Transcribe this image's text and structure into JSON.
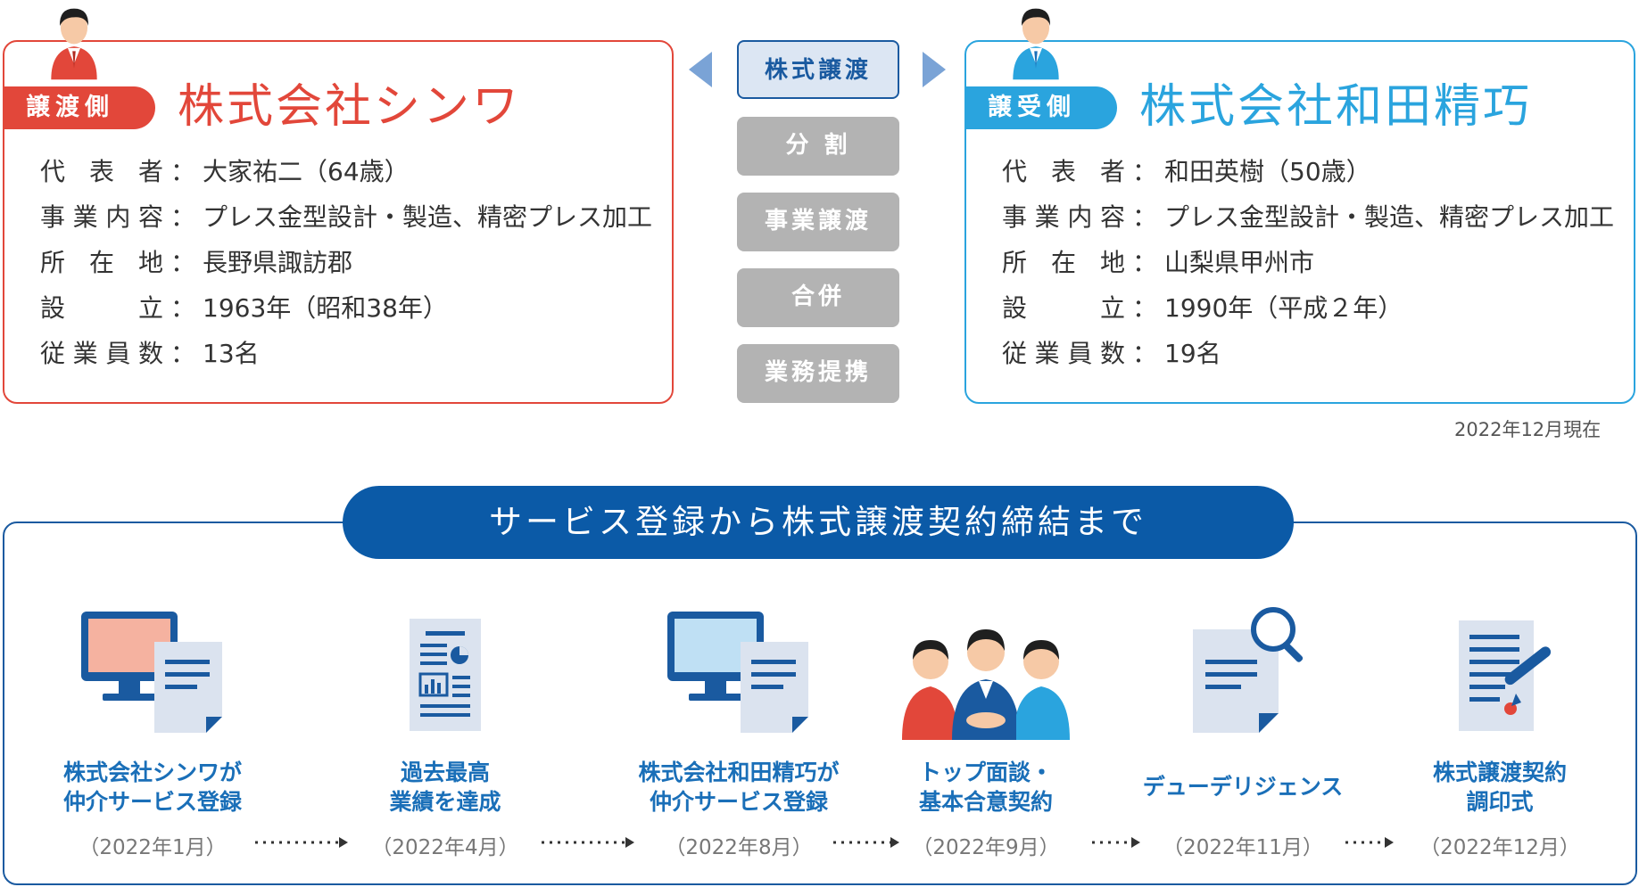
{
  "deal": {
    "options": [
      "株式譲渡",
      "分 割",
      "事業譲渡",
      "合併",
      "業務提携"
    ],
    "as_of": "2022年12月現在"
  },
  "seller": {
    "role": "譲渡側",
    "name": "株式会社シンワ",
    "rows": [
      {
        "label": "代表者",
        "value": "大家祐二（64歳）"
      },
      {
        "label": "事業内容",
        "value": "プレス金型設計・製造、精密プレス加工"
      },
      {
        "label": "所在地",
        "value": "長野県諏訪郡"
      },
      {
        "label": "設立",
        "value": "1963年（昭和38年）"
      },
      {
        "label": "従業員数",
        "value": "13名"
      }
    ]
  },
  "buyer": {
    "role": "譲受側",
    "name": "株式会社和田精巧",
    "rows": [
      {
        "label": "代表者",
        "value": "和田英樹（50歳）"
      },
      {
        "label": "事業内容",
        "value": "プレス金型設計・製造、精密プレス加工"
      },
      {
        "label": "所在地",
        "value": "山梨県甲州市"
      },
      {
        "label": "設立",
        "value": "1990年（平成２年）"
      },
      {
        "label": "従業員数",
        "value": "19名"
      }
    ]
  },
  "process": {
    "title": "サービス登録から株式譲渡契約締結まで",
    "steps": [
      {
        "line1": "株式会社シンワが",
        "line2": "仲介サービス登録",
        "date": "（2022年1月）",
        "icon": "computer-document-icon"
      },
      {
        "line1": "過去最高",
        "line2": "業績を達成",
        "date": "（2022年4月）",
        "icon": "report-document-icon"
      },
      {
        "line1": "株式会社和田精巧が",
        "line2": "仲介サービス登録",
        "date": "（2022年8月）",
        "icon": "computer-document-icon"
      },
      {
        "line1": "トップ面談・",
        "line2": "基本合意契約",
        "date": "（2022年9月）",
        "icon": "handshake-meeting-icon"
      },
      {
        "line1": "デューデリジェンス",
        "line2": "",
        "date": "（2022年11月）",
        "icon": "magnifier-document-icon"
      },
      {
        "line1": "株式譲渡契約",
        "line2": "調印式",
        "date": "（2022年12月）",
        "icon": "signing-contract-icon"
      }
    ]
  },
  "colors": {
    "seller": "#e2473a",
    "buyer": "#2aa4de",
    "primary": "#0b5aa7",
    "inactive": "#b3b3b3"
  }
}
